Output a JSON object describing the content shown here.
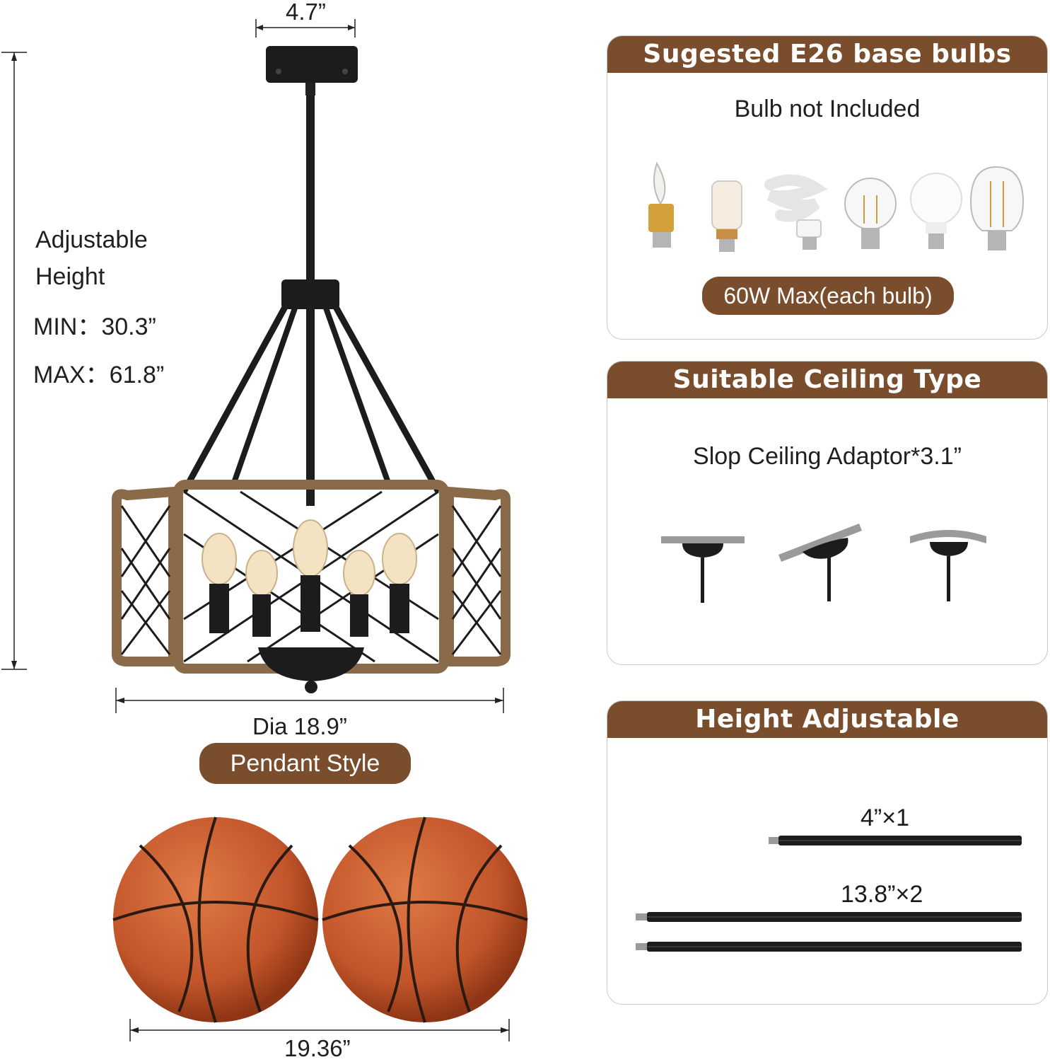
{
  "product": {
    "top_dim": "4.7”",
    "adjustable_label_1": "Adjustable",
    "adjustable_label_2": "Height",
    "min_height": "MIN：30.3”",
    "max_height": "MAX：61.8”",
    "diameter": "Dia 18.9”",
    "style_badge": "Pendant Style",
    "comparison_width": "19.36”"
  },
  "bulbs_panel": {
    "title": "Sugested E26 base bulbs",
    "note": "Bulb not Included",
    "wattage": "60W Max(each bulb)",
    "bulb_icons": [
      "candle-bulb-icon",
      "corn-bulb-icon",
      "spiral-bulb-icon",
      "a19-filament-bulb-icon",
      "led-bulb-icon",
      "st64-filament-bulb-icon"
    ]
  },
  "ceiling_panel": {
    "title": "Suitable Ceiling Type",
    "adaptor": "Slop Ceiling Adaptor*3.1”",
    "ceiling_icons": [
      "flat-ceiling-icon",
      "sloped-ceiling-icon",
      "vaulted-ceiling-icon"
    ]
  },
  "rods_panel": {
    "title": "Height Adjustable",
    "rod_short": "4”×1",
    "rod_long": "13.8”×2"
  },
  "colors": {
    "accent_brown": "#7a4e2d",
    "frame_wood": "#8a6a48",
    "metal_black": "#1c1c1c",
    "basketball": "#c75a2a"
  }
}
